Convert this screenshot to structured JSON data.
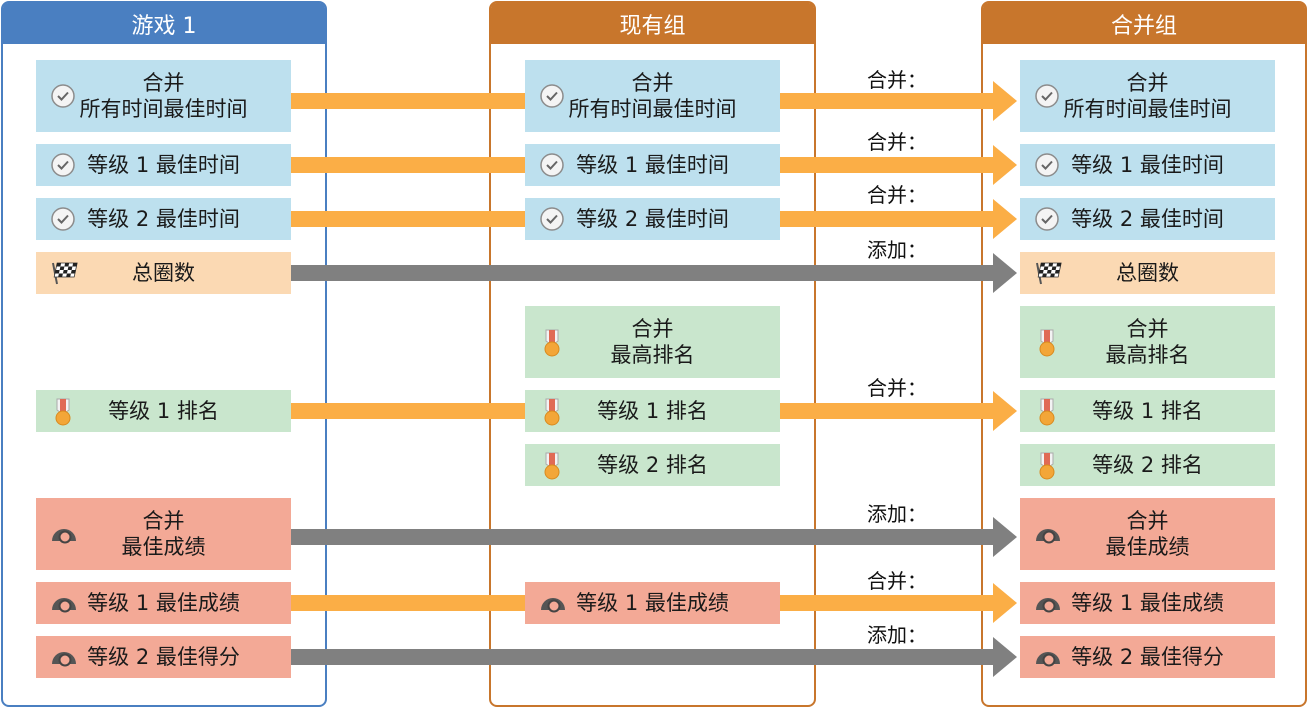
{
  "columns": {
    "game1": "游戏 1",
    "existing_group": "现有组",
    "merged_group": "合并组"
  },
  "game1": [
    {
      "lines": [
        "合并",
        "所有时间最佳时间"
      ]
    },
    {
      "lines": [
        "等级 1 最佳时间"
      ]
    },
    {
      "lines": [
        "等级 2 最佳时间"
      ]
    },
    {
      "lines": [
        "总圈数"
      ]
    },
    {
      "lines": [
        "等级 1 排名"
      ]
    },
    {
      "lines": [
        "合并",
        "最佳成绩"
      ]
    },
    {
      "lines": [
        "等级 1 最佳成绩"
      ]
    },
    {
      "lines": [
        "等级 2 最佳得分"
      ]
    }
  ],
  "existing_group": [
    {
      "lines": [
        "合并",
        "所有时间最佳时间"
      ]
    },
    {
      "lines": [
        "等级 1 最佳时间"
      ]
    },
    {
      "lines": [
        "等级 2 最佳时间"
      ]
    },
    {
      "lines": [
        "合并",
        "最高排名"
      ]
    },
    {
      "lines": [
        "等级 1 排名"
      ]
    },
    {
      "lines": [
        "等级 2 排名"
      ]
    },
    {
      "lines": [
        "等级 1 最佳成绩"
      ]
    }
  ],
  "merged_group": [
    {
      "lines": [
        "合并",
        "所有时间最佳时间"
      ]
    },
    {
      "lines": [
        "等级 1 最佳时间"
      ]
    },
    {
      "lines": [
        "等级 2 最佳时间"
      ]
    },
    {
      "lines": [
        "总圈数"
      ]
    },
    {
      "lines": [
        "合并",
        "最高排名"
      ]
    },
    {
      "lines": [
        "等级 1 排名"
      ]
    },
    {
      "lines": [
        "等级 2 排名"
      ]
    },
    {
      "lines": [
        "合并",
        "最佳成绩"
      ]
    },
    {
      "lines": [
        "等级 1 最佳成绩"
      ]
    },
    {
      "lines": [
        "等级 2 最佳得分"
      ]
    }
  ],
  "arrow_labels": [
    "合并：",
    "合并：",
    "合并：",
    "添加：",
    "合并：",
    "添加：",
    "合并：",
    "添加："
  ],
  "colors": {
    "game1_column": "#4a7fc1",
    "group_columns": "#c8762c",
    "merge_arrow": "#fbae46",
    "add_arrow": "#808080",
    "time_box": "#bde0ee",
    "laps_box": "#fbd9b3",
    "rank_box": "#c9e6cd",
    "score_box": "#f3a996"
  },
  "icons": [
    "check-circle-icon",
    "checkered-flag-icon",
    "medal-icon",
    "gauge-icon"
  ]
}
